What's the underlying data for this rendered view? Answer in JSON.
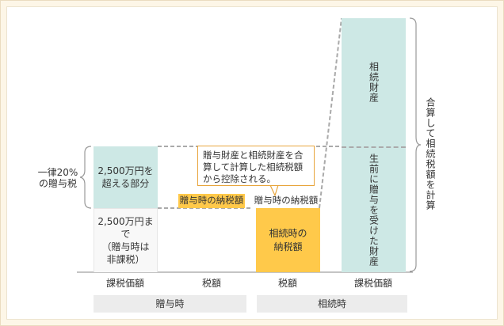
{
  "left_bracket_label": [
    "一律20%",
    "の贈与税"
  ],
  "gift_column": {
    "over_part": [
      "2,500万円を",
      "超える部分"
    ],
    "under_part": [
      "2,500万円まで",
      "（贈与時は",
      "非課税）"
    ],
    "base_label": "課税価額"
  },
  "gift_tax_column": {
    "tax_label": "贈与時の納税額",
    "base_label": "税額"
  },
  "inherit_tax_column": {
    "paid_label": "贈与時の納税額",
    "inherit_tax_label": [
      "相続時の",
      "納税額"
    ],
    "base_label": "税額"
  },
  "inherit_base_column": {
    "estate_label": "相続財産",
    "gifted_label": "生前に贈与を受けた財産",
    "base_label": "課税価額"
  },
  "callout": [
    "贈与財産と相続財産を合",
    "算して計算した相続税額",
    "から控除される。"
  ],
  "right_bracket_label": "合算して相続税額を計算",
  "footer": {
    "gift_time": "贈与時",
    "inherit_time": "相続時"
  },
  "colors": {
    "teal": "#cde8e5",
    "yellow": "#ffc94a",
    "pale": "#f8f8f8",
    "line": "#999999",
    "footer_bg": "#ececec"
  }
}
